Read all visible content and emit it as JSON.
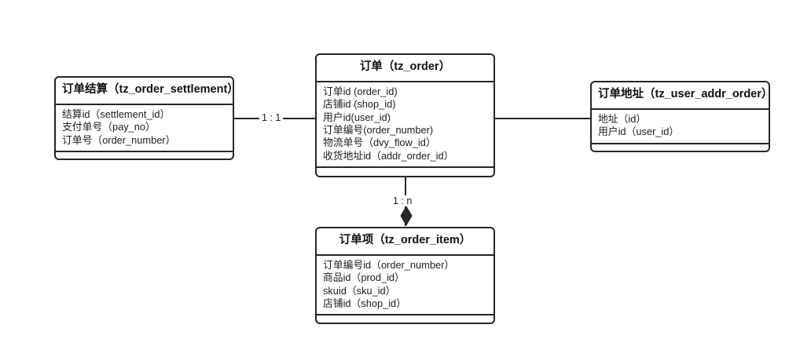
{
  "diagram": {
    "type": "er-diagram",
    "background": "#ffffff",
    "line_color": "#262626",
    "text_color": "#1a1a1a"
  },
  "entities": [
    {
      "id": "order_settlement",
      "title_cn": "订单结算",
      "title_en": "tz_order_settlement",
      "title": "订单结算（tz_order_settlement）",
      "attributes": [
        "结算id（settlement_id）",
        "支付单号（pay_no）",
        "订单号（order_number）"
      ]
    },
    {
      "id": "order",
      "title_cn": "订单",
      "title_en": "tz_order",
      "title": "订单（tz_order）",
      "attributes": [
        "订单id (order_id)",
        "店铺id (shop_id)",
        "用户id(user_id)",
        "订单编号(order_number)",
        "物流单号（dvy_flow_id）",
        "收货地址id（addr_order_id）"
      ]
    },
    {
      "id": "user_addr_order",
      "title_cn": "订单地址",
      "title_en": "tz_user_addr_order",
      "title": "订单地址（tz_user_addr_order）",
      "attributes": [
        "地址（id）",
        "用户id（user_id）"
      ]
    },
    {
      "id": "order_item",
      "title_cn": "订单项",
      "title_en": "tz_order_item",
      "title": "订单项（tz_order_item）",
      "attributes": [
        "订单编号id（order_number）",
        "商品id（prod_id）",
        "skuid（sku_id）",
        "店铺id（shop_id）"
      ]
    }
  ],
  "relationships": [
    {
      "id": "settlement-order",
      "from": "order_settlement",
      "to": "order",
      "cardinality": "1 : 1"
    },
    {
      "id": "order-item",
      "from": "order",
      "to": "order_item",
      "cardinality": "1 : n",
      "marker": "filled-diamond"
    },
    {
      "id": "order-address",
      "from": "order",
      "to": "user_addr_order",
      "cardinality": ""
    }
  ]
}
